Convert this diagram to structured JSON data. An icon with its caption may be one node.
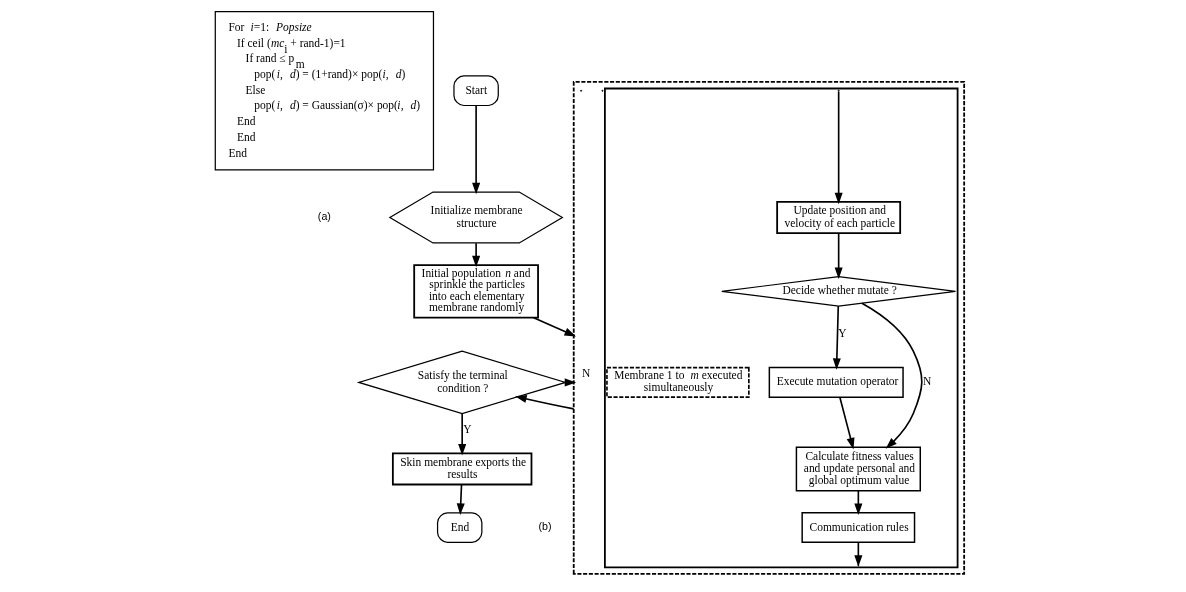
{
  "diagram": {
    "nodes": [
      {
        "text": [
          "For *i*=1: *Popsize*",
          "If ceil (*mc*$_{i}$ + rand-1)=1",
          "If rand ≤ p$_{m}$",
          "pop(*i*, *d*) = (1+rand)× pop(*i*, *d*)",
          "Else",
          "pop(*i*, *d*) = Gaussian(σ)× pop(*i*, *d*)",
          "End",
          "End",
          "End"
        ]
      },
      {
        "text": [
          "Start"
        ]
      },
      {
        "text": [
          "Initialize membrane structure"
        ]
      },
      {
        "text": [
          "Initial population *n* and sprinkle the particles into each elementary membrane randomly"
        ]
      },
      {
        "text": [
          "Satisfy the terminal condition ?"
        ]
      },
      {
        "text": [
          "Skin membrane exports the results"
        ]
      },
      {
        "text": [
          "End"
        ]
      },
      {
        "text": [],
        "shape": "box"
      },
      {
        "text": [],
        "shape": "box",
        "in": 7
      },
      {
        "text": [
          "Membrane 1 to *m* executed simultaneously"
        ],
        "in": 8
      },
      {
        "text": [
          "Update position and velocity of each particle"
        ],
        "in": 8
      },
      {
        "text": [
          "Decide whether mutate ?"
        ],
        "in": 8
      },
      {
        "text": [
          "Execute mutation operator"
        ],
        "in": 8
      },
      {
        "text": [
          "Calculate fitness values and update personal and global optimum value"
        ],
        "in": 8
      },
      {
        "text": [
          "Communication rules"
        ],
        "in": 8
      }
    ],
    "edges": [
      {
        "from": 1,
        "to": 2,
        "arrow": "to"
      },
      {
        "from": 2,
        "to": 3,
        "arrow": "to"
      },
      {
        "from": 3,
        "to": 7,
        "arrow": "to"
      },
      {
        "from": 4,
        "to": 7,
        "arrow": "to",
        "label": "N"
      },
      {
        "from": 7,
        "to": 4,
        "arrow": "to"
      },
      {
        "from": 4,
        "to": 5,
        "arrow": "to",
        "label": "Y"
      },
      {
        "from": 5,
        "to": 6,
        "arrow": "to"
      },
      {
        "from": 8,
        "to": 10,
        "arrow": "to"
      },
      {
        "from": 10,
        "to": 11,
        "arrow": "to"
      },
      {
        "from": 11,
        "to": 12,
        "arrow": "to",
        "label": "Y"
      },
      {
        "from": 11,
        "to": 13,
        "arrow": "to",
        "label": "N"
      },
      {
        "from": 12,
        "to": 13,
        "arrow": "to"
      },
      {
        "from": 13,
        "to": 14,
        "arrow": "to"
      },
      {
        "from": 14,
        "to": 8,
        "arrow": "to"
      }
    ],
    "labels": [
      "(a)",
      "(b)"
    ]
  }
}
